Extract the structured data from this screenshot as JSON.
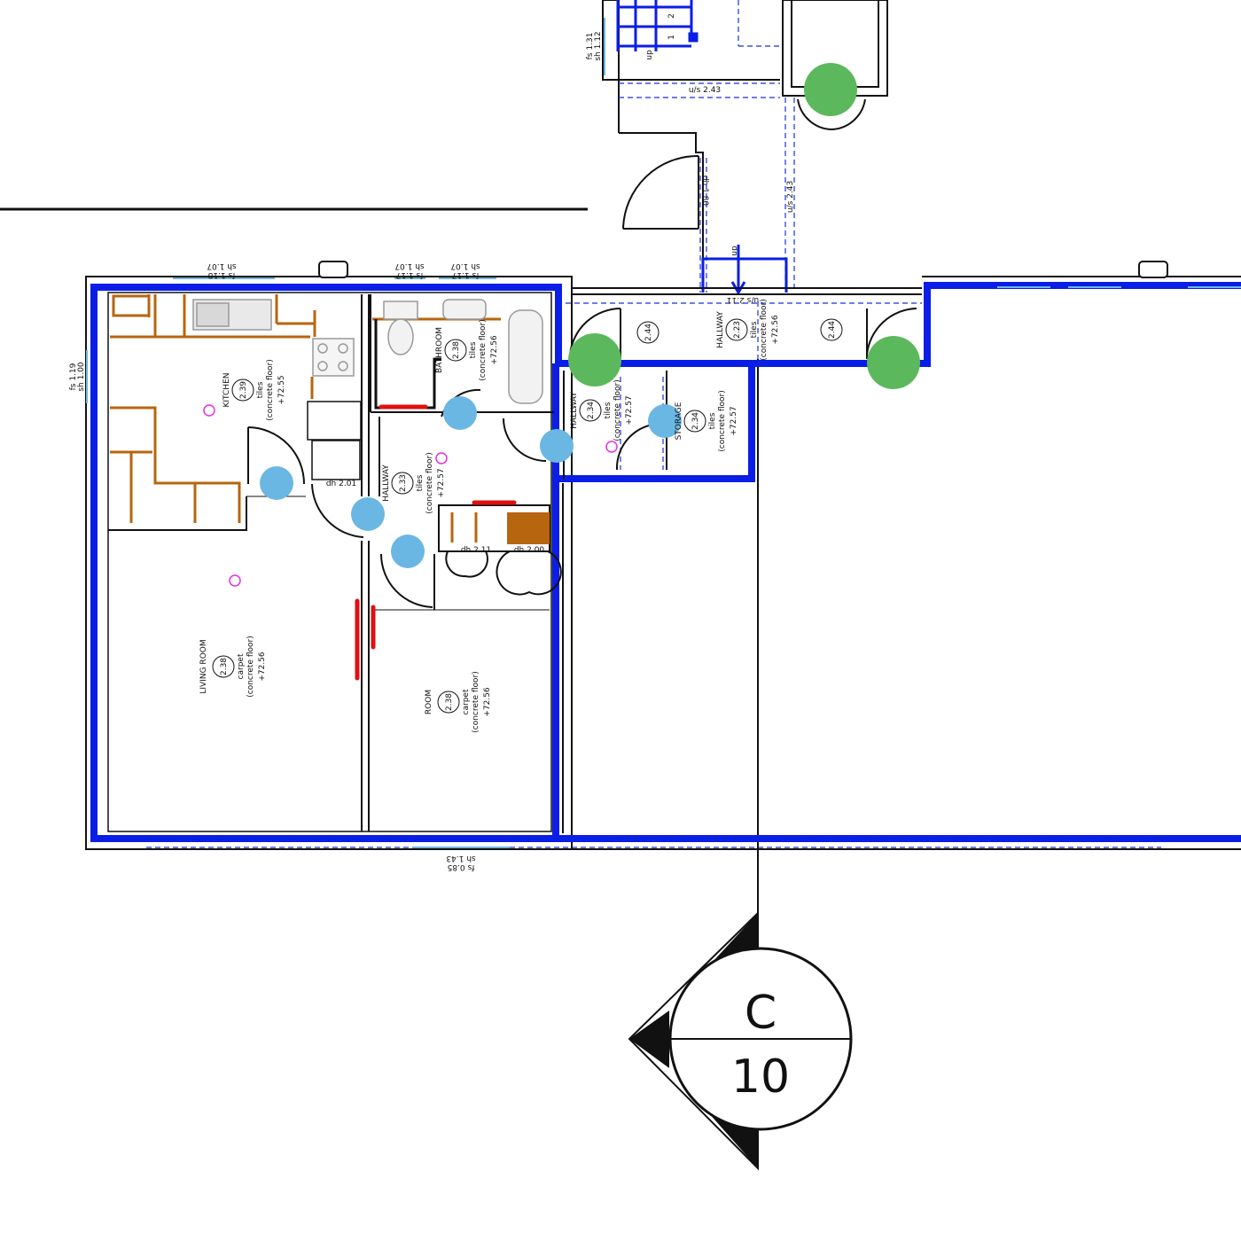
{
  "plan": {
    "colors": {
      "wall_outline": "#111111",
      "wall_highlight": "#0a1ee6",
      "kitchen_fixture": "#b8650f",
      "door_marker": "#6bb7e3",
      "exit_marker": "#5cb85c",
      "radiator": "#e01010",
      "point_marker": "#e62ee6",
      "dashed_line": "#1a2fe0"
    },
    "rooms": {
      "kitchen": {
        "name": "KITCHEN",
        "height": "2.39",
        "finish": "tiles",
        "floor": "(concrete floor)",
        "level": "+72.55"
      },
      "bathroom": {
        "name": "BATHROOM",
        "height": "2.38",
        "finish": "tiles",
        "floor": "(concrete floor)",
        "level": "+72.56"
      },
      "hallway_a": {
        "name": "HALLWAY",
        "height": "2.33",
        "finish": "tiles",
        "floor": "(concrete floor)",
        "level": "+72.57"
      },
      "hallway_b": {
        "name": "HALLWAY",
        "height": "2.34",
        "finish": "tiles",
        "floor": "(concrete floor)",
        "level": "+72.57"
      },
      "storage": {
        "name": "STORAGE",
        "height": "2.34",
        "finish": "tiles",
        "floor": "(concrete floor)",
        "level": "+72.57"
      },
      "hallway_c": {
        "name": "HALLWAY",
        "height": "2.23",
        "finish": "tiles",
        "floor": "(concrete floor)",
        "level": "+72.56"
      },
      "living_room": {
        "name": "LIVING ROOM",
        "height": "2.38",
        "finish": "carpet",
        "floor": "(concrete floor)",
        "level": "+72.56"
      },
      "room": {
        "name": "ROOM",
        "height": "2.38",
        "finish": "carpet",
        "floor": "(concrete floor)",
        "level": "+72.56"
      }
    },
    "ceiling_heights": {
      "left": "2.44",
      "right": "2.44"
    },
    "dimension_notes": {
      "window_kitchen_sh": "sh 1.07",
      "window_kitchen_fs": "fs 1.18",
      "window_bath1_sh": "sh 1.07",
      "window_bath1_fs": "fs 1.17",
      "window_bath2_sh": "sh 1.07",
      "window_bath2_fs": "fs 1.17",
      "window_side_fs": "fs 1.19",
      "window_side_sh": "sh 1.00",
      "window_stair_fs": "fs 1.31",
      "window_stair_sh": "sh 1.12",
      "window_front_sh": "sh 1.43",
      "window_front_fs": "fs 0.85",
      "us_top": "u/s 2.43",
      "us_vertical": "u/s 2.43",
      "us_entry": "u/s 2.11",
      "dh_entry": "dh 1.80",
      "dh_kitchen": "dh 2.01",
      "dh_cupboard_a": "dh 2.11",
      "dh_cupboard_b": "dh 2.00",
      "stair_up": "up",
      "stair_up_2": "up",
      "stair_step_1": "1",
      "stair_step_2": "2"
    },
    "section_marker": {
      "letter": "C",
      "number": "10"
    }
  }
}
